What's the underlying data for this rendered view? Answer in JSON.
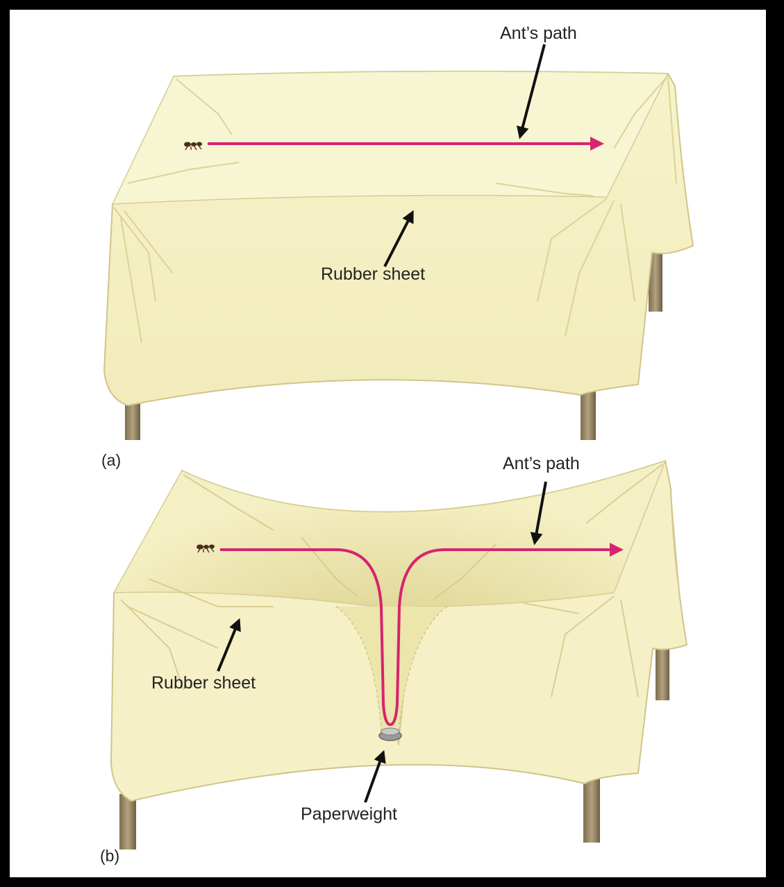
{
  "panel_a": {
    "label": "(a)",
    "ants_path_label": "Ant’s path",
    "sheet_label": "Rubber sheet"
  },
  "panel_b": {
    "label": "(b)",
    "ants_path_label": "Ant’s path",
    "sheet_label": "Rubber sheet",
    "weight_label": "Paperweight"
  },
  "colors": {
    "sheet": "#f6f2c4",
    "sheet_shadow": "#e4dc9e",
    "sheet_edge": "#cfc58a",
    "table_leg": "#9c8a6a",
    "path": "#d6246e",
    "arrow": "#111111",
    "frame": "#000000"
  },
  "icons": [
    "ant-icon",
    "paperweight-icon",
    "arrow-icon"
  ]
}
